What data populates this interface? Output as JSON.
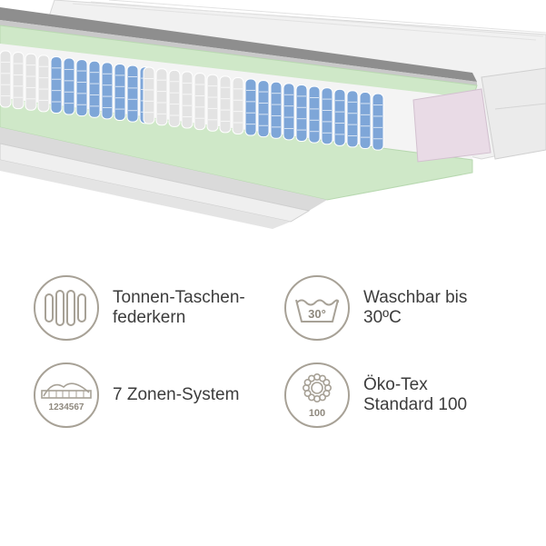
{
  "product_image": {
    "icon": "pocket-spring-mattress-cross-section"
  },
  "colors": {
    "text": "#3c3c3c",
    "icon_stroke": "#a7a196",
    "foam_green": "#cfe8c8",
    "spring_blue": "#7ea6d8",
    "spring_white": "#e3e3e3",
    "cover": "#f2f2f2",
    "edge_pink": "#e9dbe6"
  },
  "features": [
    {
      "icon": "barrel-spring-icon",
      "lines": [
        "Tonnen-Taschen-",
        "federkern"
      ]
    },
    {
      "icon": "wash-30-icon",
      "icon_text": "30°",
      "lines": [
        "Waschbar bis",
        "30ºC"
      ]
    },
    {
      "icon": "seven-zone-icon",
      "icon_text": "1234567",
      "lines": [
        "7 Zonen-System"
      ]
    },
    {
      "icon": "oeko-tex-icon",
      "icon_text": "100",
      "lines": [
        "Öko-Tex",
        "Standard 100"
      ]
    }
  ]
}
